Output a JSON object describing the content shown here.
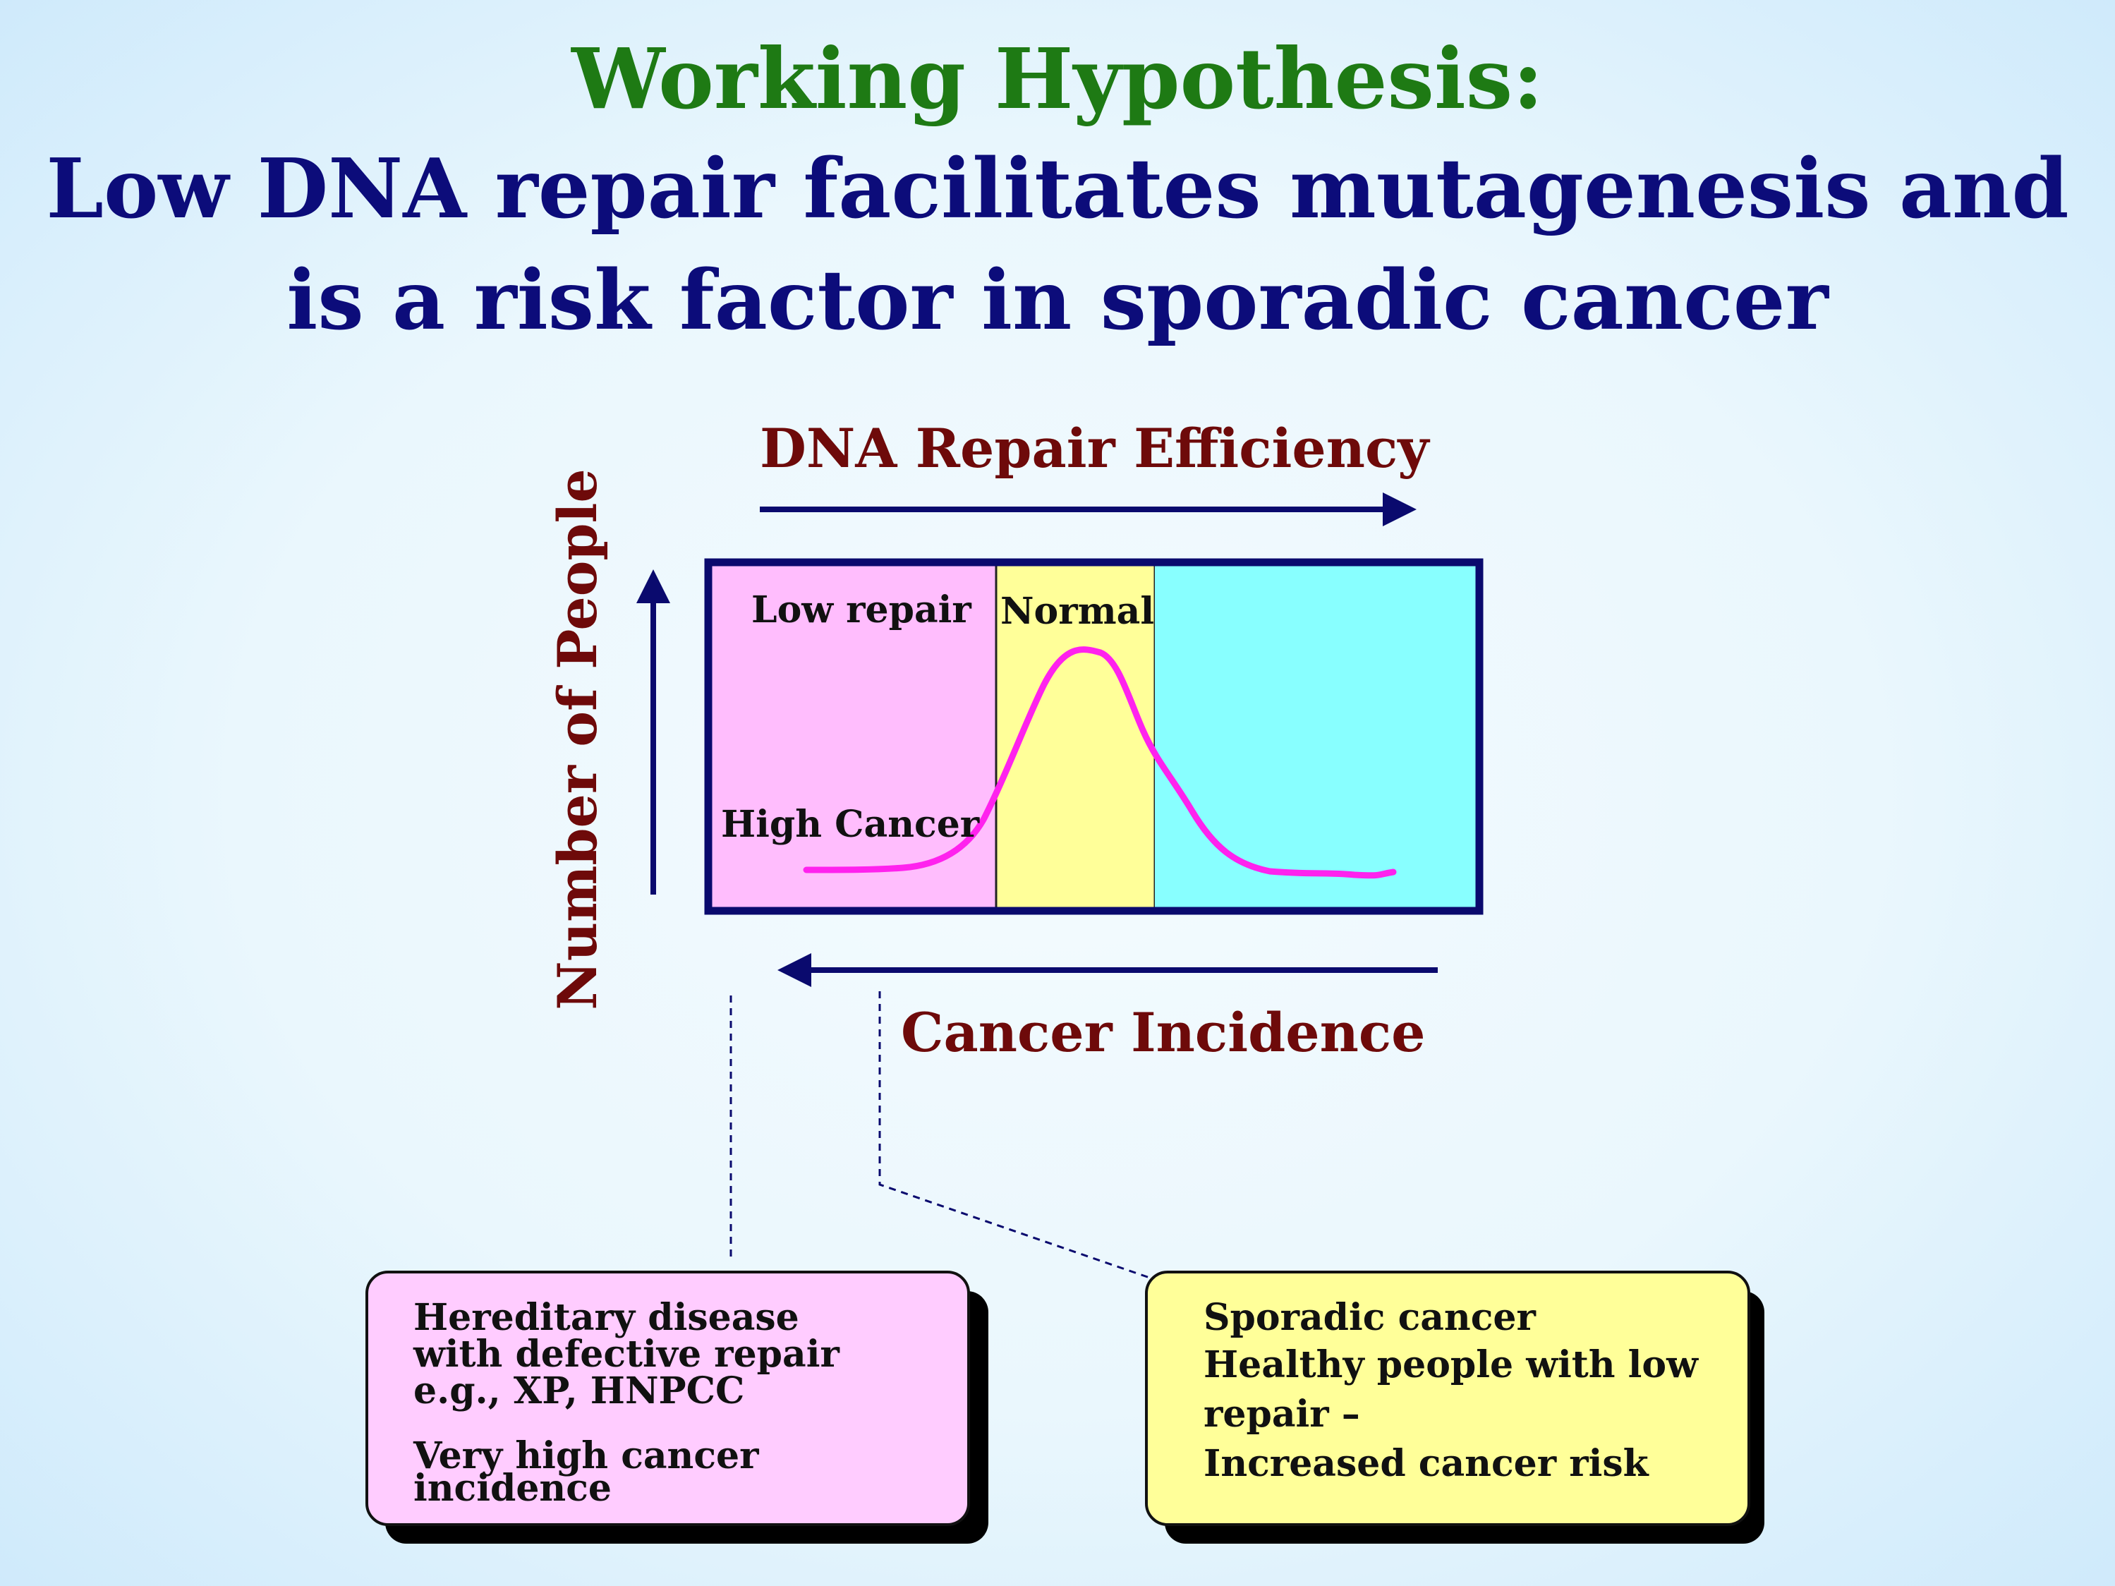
{
  "title": {
    "line1": "Working Hypothesis:",
    "line2": "Low DNA repair facilitates mutagenesis and",
    "line3": "is a risk factor in sporadic cancer"
  },
  "diagram": {
    "x_axis_top_label": "DNA Repair Efficiency",
    "x_axis_bottom_label": "Cancer Incidence",
    "y_axis_label": "Number of People",
    "regions": {
      "low": "Low repair",
      "normal": "Normal",
      "high_cancer": "High Cancer"
    },
    "colors": {
      "low": "#ffbdfd",
      "normal": "#ffff99",
      "high": "#88ffff",
      "curve": "#ff22ee",
      "border": "#0a0a6e",
      "axis_label": "#6e0a0a"
    }
  },
  "callouts": {
    "left": {
      "lines": [
        "Hereditary disease",
        "with defective repair",
        "e.g., XP, HNPCC",
        "Very high cancer",
        "incidence"
      ]
    },
    "right": {
      "lines": [
        "Sporadic cancer",
        "Healthy people with low",
        "repair –",
        "Increased cancer risk"
      ]
    }
  }
}
